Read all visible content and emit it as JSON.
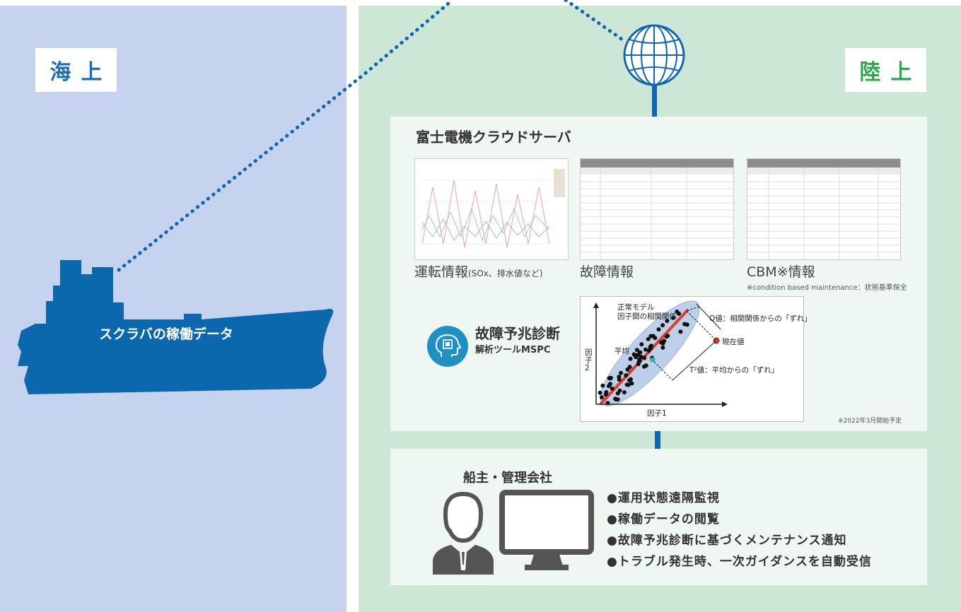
{
  "regions": {
    "sea_label": "海上",
    "land_label": "陸上"
  },
  "ship": {
    "label": "スクラバの稼働データ"
  },
  "cloud": {
    "title": "富士電機クラウドサーバ",
    "panels": [
      {
        "label": "運転情報",
        "sub": "(SOx、排水値など)"
      },
      {
        "label": "故障情報",
        "sub": ""
      },
      {
        "label": "CBM※情報",
        "sub": ""
      }
    ],
    "cbm_note": "※condition based maintenance：状態基準保全",
    "mspc": {
      "title": "故障予兆診断",
      "subtitle": "解析ツールMSPC"
    },
    "schedule_note": "※2022年3月開始予定"
  },
  "chart_data": {
    "type": "scatter",
    "xlabel": "因子1",
    "ylabel": "因子2",
    "annotations": {
      "normal_model": "正常モデル",
      "correlation": "因子間の相関関係",
      "q_value": "Q値：相関関係からの「ずれ」",
      "current": "現在値",
      "mean": "平均",
      "t2_value": "T²値：平均からの「ずれ」"
    }
  },
  "owner": {
    "title": "船主・管理会社",
    "features": [
      "●運用状態遠隔監視",
      "●稼働データの閲覧",
      "●故障予兆診断に基づくメンテナンス通知",
      "●トラブル発生時、一次ガイダンスを自動受信"
    ]
  },
  "colors": {
    "sea_bg": "#c6d3ee",
    "land_bg": "#cce7d6",
    "ship": "#0b68ad",
    "sea_accent": "#1f6db5",
    "land_accent": "#2aa84a",
    "mspc_icon": "#1f8fc4"
  }
}
